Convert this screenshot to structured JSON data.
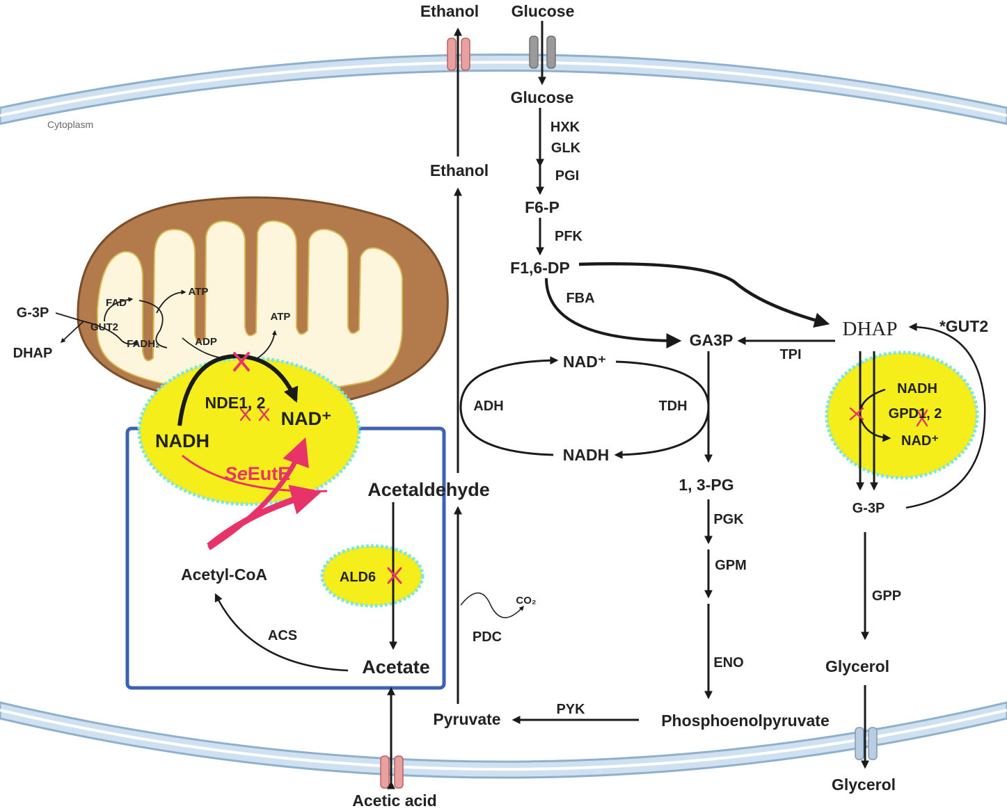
{
  "colors": {
    "membrane_fill": "#cfe1f0",
    "membrane_stroke": "#8fb0cc",
    "mito_outer": "#b37a4c",
    "mito_inner": "#fdf6dc",
    "highlight": "#f6ee1a",
    "halo": "#7fe6e0",
    "red_x": "#e8336a",
    "blue_box": "#3d62b0",
    "arrow": "#1a1a1a",
    "channel_red": "#e8a0a0",
    "channel_gray": "#9a9a9a",
    "channel_blue": "#b8cde0"
  },
  "compartment": {
    "label": "Cytoplasm"
  },
  "metabolites": {
    "ethanol_out": "Ethanol",
    "glucose_out": "Glucose",
    "glucose_in": "Glucose",
    "ethanol_in": "Ethanol",
    "f6p": "F6-P",
    "f16dp": "F1,6-DP",
    "dhap": "DHAP",
    "ga3p": "GA3P",
    "nad_plus_tdh": "NAD⁺",
    "nadh_tdh": "NADH",
    "pg13": "1, 3-PG",
    "pep": "Phosphoenolpyruvate",
    "pyruvate": "Pyruvate",
    "acetaldehyde": "Acetaldehyde",
    "acetate": "Acetate",
    "acetyl_coa": "Acetyl-CoA",
    "acetic_acid": "Acetic acid",
    "nadh_nde": "NADH",
    "nad_plus_nde": "NAD⁺",
    "g3p_mito": "G-3P",
    "dhap_mito": "DHAP",
    "fad": "FAD",
    "fadh2": "FADH₂",
    "atp1": "ATP",
    "atp2": "ATP",
    "adp": "ADP",
    "nadh_gpd": "NADH",
    "nad_plus_gpd": "NAD⁺",
    "g3p": "G-3P",
    "glycerol_in": "Glycerol",
    "glycerol_out": "Glycerol",
    "co2": "CO₂"
  },
  "enzymes": {
    "hxk": "HXK",
    "glk": "GLK",
    "pgi": "PGI",
    "pfk": "PFK",
    "fba": "FBA",
    "tpi": "TPI",
    "tdh": "TDH",
    "adh": "ADH",
    "pgk": "PGK",
    "gpm": "GPM",
    "eno": "ENO",
    "pyk": "PYK",
    "pdc": "PDC",
    "acs": "ACS",
    "ald6": "ALD6",
    "nde12": "NDE1, 2",
    "gut2_mito": "GUT2",
    "gut2_star": "*GUT2",
    "gpd12": "GPD1, 2",
    "gpp": "GPP",
    "seeute_prefix": "Se",
    "seeute_suffix": "EutE"
  }
}
